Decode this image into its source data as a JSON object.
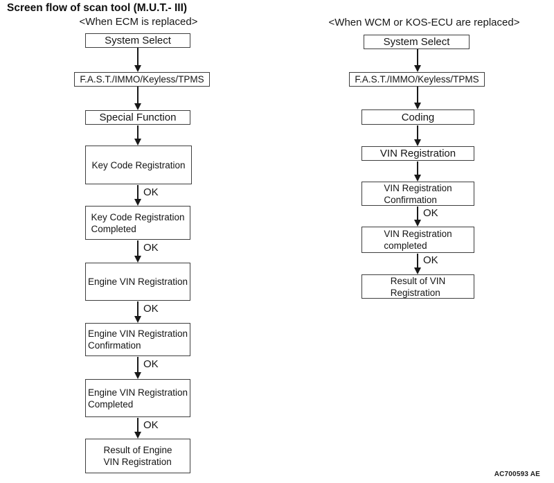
{
  "title": "Screen flow of scan tool (M.U.T.- III)",
  "figure_code": "AC700593 AE",
  "left_flow": {
    "heading": "<When ECM is replaced>",
    "boxes": [
      "System Select",
      "F.A.S.T./IMMO/Keyless/TPMS",
      "Special Function",
      "Key Code Registration",
      "Key Code Registration\nCompleted",
      "Engine VIN Registration",
      "Engine VIN Registration\nConfirmation",
      "Engine VIN Registration\nCompleted",
      "Result of Engine\nVIN Registration"
    ],
    "connector_labels": [
      "",
      "",
      "",
      "OK",
      "OK",
      "OK",
      "OK",
      "OK"
    ]
  },
  "right_flow": {
    "heading": "<When WCM or KOS-ECU are replaced>",
    "boxes": [
      "System Select",
      "F.A.S.T./IMMO/Keyless/TPMS",
      "Coding",
      "VIN Registration",
      "VIN Registration\nConfirmation",
      "VIN Registration\ncompleted",
      "Result of VIN\nRegistration"
    ],
    "connector_labels": [
      "",
      "",
      "",
      "",
      "OK",
      "OK"
    ]
  }
}
